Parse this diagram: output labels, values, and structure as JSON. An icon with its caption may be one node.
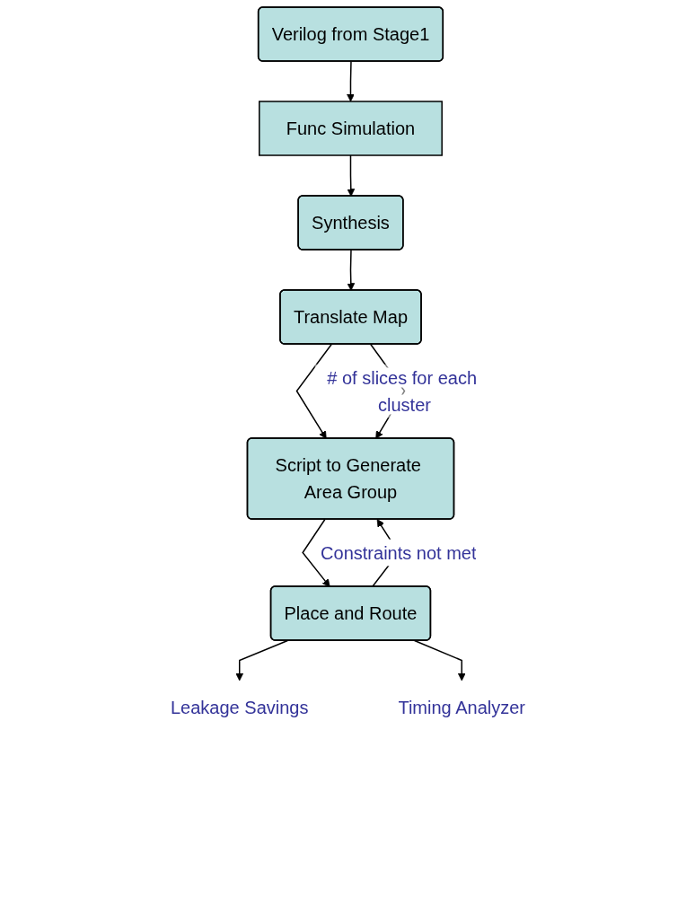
{
  "diagram": {
    "nodes": [
      {
        "text": [
          "Verilog from Stage1"
        ]
      },
      {
        "text": [
          "Func Simulation"
        ]
      },
      {
        "text": [
          "Synthesis"
        ]
      },
      {
        "text": [
          "Translate Map"
        ]
      },
      {
        "text": [
          "Script to Generate Area Group"
        ]
      },
      {
        "text": [
          "Place and Route"
        ]
      },
      {
        "text": [
          "Leakage Savings"
        ]
      },
      {
        "text": [
          "Timing Analyzer"
        ]
      }
    ],
    "edges": [
      {
        "from": 0,
        "to": 1,
        "arrow": "to"
      },
      {
        "from": 1,
        "to": 2,
        "arrow": "to"
      },
      {
        "from": 2,
        "to": 3,
        "arrow": "to"
      },
      {
        "from": 3,
        "to": 4,
        "arrow": "to"
      },
      {
        "from": 3,
        "to": 4,
        "arrow": "to",
        "label": "# of slices for each cluster"
      },
      {
        "from": 4,
        "to": 5,
        "arrow": "to"
      },
      {
        "from": 5,
        "to": 4,
        "arrow": "to",
        "label": "Constraints not met"
      },
      {
        "from": 5,
        "to": 6,
        "arrow": "to"
      },
      {
        "from": 5,
        "to": 7,
        "arrow": "to"
      }
    ]
  }
}
